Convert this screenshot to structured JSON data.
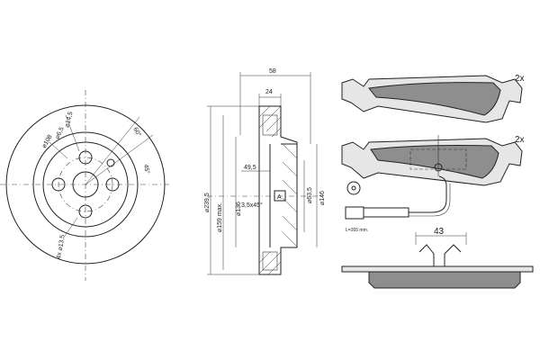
{
  "disc_front": {
    "dim_pcd": "⌀108",
    "dim_hole": "⌀14,5",
    "dim_pin": "⌀6,5",
    "dim_angle_a": "60°",
    "dim_angle_b": "45°",
    "dim_bolt": "4x ⌀13,5"
  },
  "disc_section": {
    "dim_width": "58",
    "dim_thickness": "24",
    "dim_outer": "⌀239,5",
    "dim_vent": "⌀159 max.",
    "dim_hub": "⌀136",
    "dim_height": "49,5",
    "dim_chamfer": "3,5x45°",
    "dim_inner": "⌀63,5",
    "dim_flange": "⌀146",
    "section_marker": "A"
  },
  "brake_pads": {
    "qty_top": "2x",
    "qty_middle": "2x",
    "wire_length": "L=265 mm.",
    "clip_width": "43"
  }
}
